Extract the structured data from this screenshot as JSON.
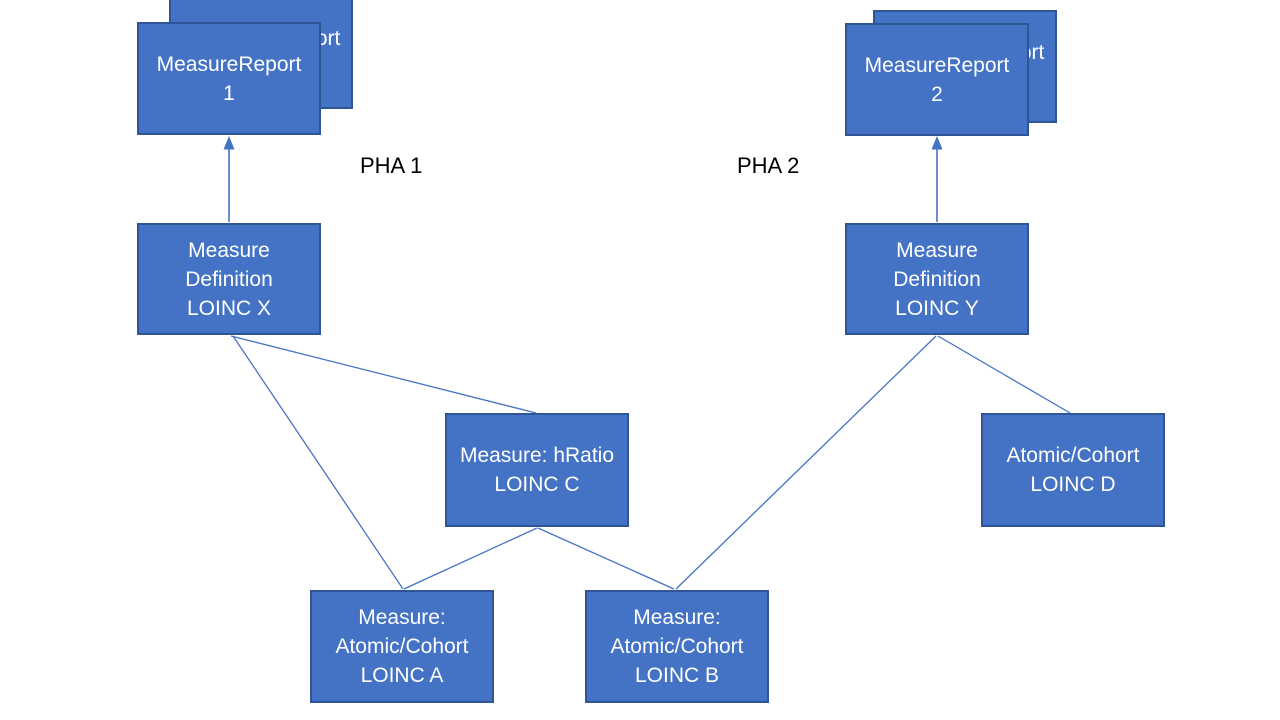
{
  "diagram_type": "flowchart",
  "colors": {
    "box_fill": "#4472C4",
    "box_border": "#2F5597",
    "connector": "#4472C4",
    "box_text": "#FFFFFF",
    "label_text": "#000000",
    "background": "#FFFFFF"
  },
  "labels": {
    "pha1": "PHA 1",
    "pha2": "PHA 2"
  },
  "nodes": {
    "report1_back": {
      "line1": "MeasureReport",
      "line2": ""
    },
    "report1": {
      "line1": "MeasureReport",
      "line2": "1"
    },
    "report2_back": {
      "line1": "MeasureReport",
      "line2": ""
    },
    "report2": {
      "line1": "MeasureReport",
      "line2": "2"
    },
    "measure_def_x": {
      "line1": "Measure",
      "line2": "Definition",
      "line3": "LOINC X"
    },
    "measure_def_y": {
      "line1": "Measure",
      "line2": "Definition",
      "line3": "LOINC Y"
    },
    "measure_hratio_c": {
      "line1": "Measure: hRatio",
      "line2": "LOINC C"
    },
    "atomic_cohort_d": {
      "line1": "Atomic/Cohort",
      "line2": "LOINC D"
    },
    "measure_atomic_a": {
      "line1": "Measure:",
      "line2": "Atomic/Cohort",
      "line3": "LOINC A"
    },
    "measure_atomic_b": {
      "line1": "Measure:",
      "line2": "Atomic/Cohort",
      "line3": "LOINC B"
    }
  },
  "edges": [
    {
      "from": "measure_def_x",
      "to": "report1",
      "type": "arrow"
    },
    {
      "from": "measure_def_y",
      "to": "report2",
      "type": "arrow"
    },
    {
      "from": "measure_def_x",
      "to": "measure_hratio_c",
      "type": "line"
    },
    {
      "from": "measure_def_x",
      "to": "measure_atomic_a",
      "type": "line"
    },
    {
      "from": "measure_hratio_c",
      "to": "measure_atomic_a",
      "type": "line"
    },
    {
      "from": "measure_hratio_c",
      "to": "measure_atomic_b",
      "type": "line"
    },
    {
      "from": "measure_def_y",
      "to": "measure_atomic_b",
      "type": "line"
    },
    {
      "from": "measure_def_y",
      "to": "atomic_cohort_d",
      "type": "line"
    }
  ]
}
